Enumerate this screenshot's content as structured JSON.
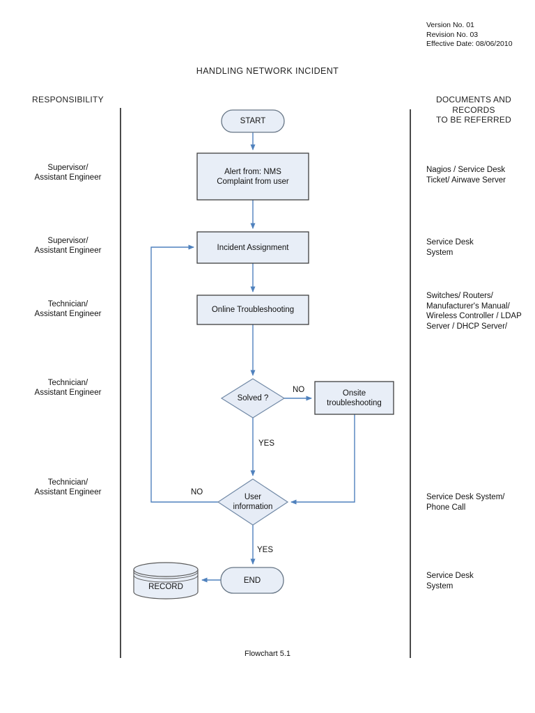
{
  "meta": {
    "version": "Version No. 01",
    "revision": "Revision No. 03",
    "effective_date": "Effective Date: 08/06/2010"
  },
  "title": "HANDLING NETWORK INCIDENT",
  "caption": "Flowchart 5.1",
  "columns": {
    "left_header": "RESPONSIBILITY",
    "right_header": "DOCUMENTS AND\nRECORDS\nTO BE REFERRED",
    "left_rows": [
      {
        "text": "Supervisor/\nAssistant Engineer"
      },
      {
        "text": "Supervisor/\nAssistant Engineer"
      },
      {
        "text": "Technician/\nAssistant Engineer"
      },
      {
        "text": "Technician/\nAssistant Engineer"
      },
      {
        "text": "Technician/\nAssistant Engineer"
      }
    ],
    "right_rows": [
      {
        "text": "Nagios / Service Desk\nTicket/ Airwave Server"
      },
      {
        "text": "Service Desk\nSystem"
      },
      {
        "text": "Switches/ Routers/\nManufacturer's Manual/\nWireless Controller / LDAP\nServer / DHCP Server/"
      },
      {
        "text": "Service Desk System/\nPhone Call"
      },
      {
        "text": "Service Desk\nSystem"
      }
    ]
  },
  "flowchart": {
    "nodes": {
      "start": "START",
      "alert": "Alert from:  NMS\nComplaint from user",
      "incident": "Incident Assignment",
      "online": "Online Troubleshooting",
      "solved": "Solved ?",
      "onsite": "Onsite\ntroubleshooting",
      "user": "User\ninformation",
      "end": "END",
      "record": "RECORD"
    },
    "edge_labels": {
      "no_solved": "NO",
      "yes_solved": "YES",
      "no_user": "NO",
      "yes_user": "YES"
    }
  },
  "colors": {
    "connector": "#4f81bd",
    "node_fill": "#e8eef7",
    "separator": "#4a4a4a"
  }
}
